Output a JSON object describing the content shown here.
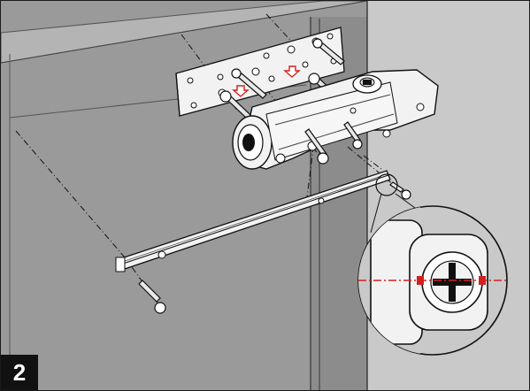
{
  "step": {
    "number": "2"
  },
  "colors": {
    "wall": "#c9c9c9",
    "door": "#9a9a9a",
    "door_edge": "#8c8c8c",
    "part_fill": "#f2f2f2",
    "outline": "#111111",
    "alignment_mark": "#d42020"
  },
  "icons": {
    "step_badge": "step-number-badge",
    "zoom_detail": "magnified-alignment-detail"
  }
}
